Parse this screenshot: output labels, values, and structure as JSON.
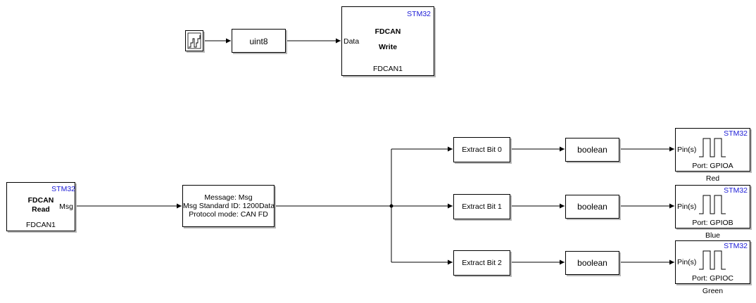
{
  "colors": {
    "stm_label": "#1a1ad6",
    "line": "#000000",
    "shadow": "#b8b8b8"
  },
  "source": {
    "icon": "staircase-signal-icon"
  },
  "convert_uint8": {
    "label": "uint8"
  },
  "fdcan_write": {
    "brand": "STM32",
    "port": "Data",
    "title_1": "FDCAN",
    "title_2": "Write",
    "module": "FDCAN1"
  },
  "fdcan_read": {
    "brand": "STM32",
    "title_1": "FDCAN",
    "title_2": "Read",
    "port": "Msg",
    "module": "FDCAN1"
  },
  "unpack": {
    "line_1": "Message: Msg",
    "line_2": "Msg Standard ID: 1200Data",
    "line_3": "Protocol mode: CAN FD"
  },
  "extract": [
    {
      "label": "Extract Bit 0"
    },
    {
      "label": "Extract Bit 1"
    },
    {
      "label": "Extract Bit 2"
    }
  ],
  "convert_boolean": [
    {
      "label": "boolean"
    },
    {
      "label": "boolean"
    },
    {
      "label": "boolean"
    }
  ],
  "gpio": [
    {
      "brand": "STM32",
      "input": "Pin(s)",
      "port": "Port: GPIOA",
      "caption": "Red"
    },
    {
      "brand": "STM32",
      "input": "Pin(s)",
      "port": "Port: GPIOB",
      "caption": "Blue"
    },
    {
      "brand": "STM32",
      "input": "Pin(s)",
      "port": "Port: GPIOC",
      "caption": "Green"
    }
  ]
}
